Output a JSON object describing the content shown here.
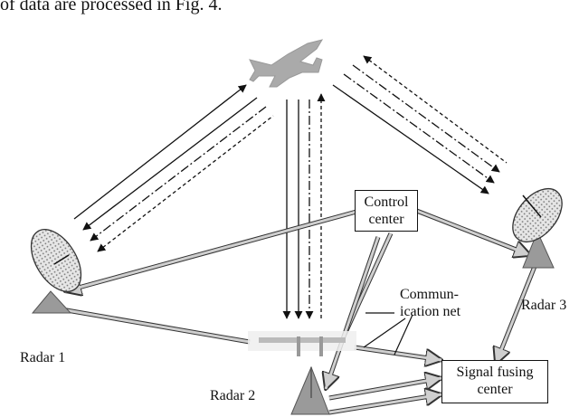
{
  "caption": "of data are processed in Fig. 4.",
  "nodes": {
    "control_center": "Control center",
    "signal_fusing_center": "Signal fusing center",
    "communication_net": "Commun- ication net"
  },
  "radars": {
    "radar1": "Radar 1",
    "radar2": "Radar 2",
    "radar3": "Radar 3"
  },
  "icons": {
    "aircraft": "aircraft-icon",
    "radar_dish": "radar-dish-icon"
  },
  "colors": {
    "line": "#111111",
    "link_fill": "#cfcfcf",
    "dish_fill": "#cfcfcf",
    "radar_body": "#9a9a9a"
  }
}
